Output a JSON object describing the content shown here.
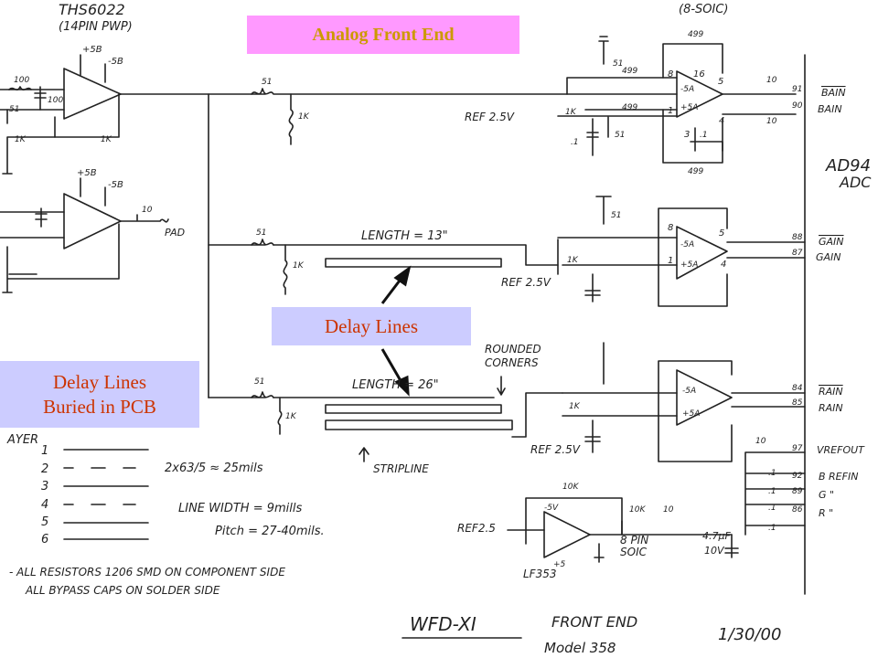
{
  "labels": {
    "analog_front_end": "Analog Front End",
    "delay_lines": "Delay Lines",
    "delay_lines_buried_1": "Delay Lines",
    "delay_lines_buried_2": "Buried in PCB"
  },
  "colors": {
    "afe_box_bg": "#ff99ff",
    "afe_box_text": "#cc9900",
    "delay_box_bg": "#ccccff",
    "delay_box_text": "#cc3300",
    "ink": "#222222"
  },
  "schematic": {
    "ths_title": "THS6022",
    "ths_subtitle": "(14PIN PWP)",
    "top_right_title": "(8-SOIC)",
    "adc_label_1": "AD94",
    "adc_label_2": "ADC",
    "length_13": "LENGTH = 13\"",
    "length_26": "LENGTH = 26\"",
    "rounded_corners_1": "ROUNDED",
    "rounded_corners_2": "CORNERS",
    "stripline": "STRIPLINE",
    "ref_top": "REF 2.5V",
    "ref_mid": "REF 2.5V",
    "ref_low": "REF 2.5V",
    "ref_opamp": "REF2.5",
    "opamp_part": "LF353",
    "pin_note_1": "8 PIN",
    "pin_note_2": "SOIC",
    "cap_note_1": "4.7µF",
    "cap_note_2": "10V",
    "pad": "PAD",
    "layer_heading": "AYER",
    "layers": [
      "1",
      "2",
      "3",
      "4",
      "5",
      "6"
    ],
    "calc": "2x63/5 ≈ 25mils",
    "line_width": "LINE WIDTH = 9mills",
    "pitch": "Pitch = 27-40mils.",
    "note_1": "- ALL RESISTORS 1206 SMD ON COMPONENT SIDE",
    "note_2": "ALL BYPASS CAPS ON SOLDER SIDE",
    "title_block": "WFD-XI",
    "front_end": "FRONT END",
    "date": "1/30/00",
    "model": "Model 358",
    "out_bain_bar": "BAIN",
    "out_bain": "BAIN",
    "out_gain_bar": "GAIN",
    "out_gain": "GAIN",
    "out_rain_bar": "RAIN",
    "out_rain": "RAIN",
    "out_vrefout": "VREFOUT",
    "out_brefin": "B REFIN",
    "out_g": "G \"",
    "out_r": "R \"",
    "pin_91": "91",
    "pin_90": "90",
    "pin_88": "88",
    "pin_87": "87",
    "pin_84": "84",
    "pin_85": "85",
    "pin_97": "97",
    "pin_92": "92",
    "pin_89": "89",
    "pin_86": "86",
    "r_100": "100",
    "r_51": "51",
    "r_1k": "1K",
    "r_10": "10",
    "r_499": "499",
    "r_10k": "10K",
    "supply_p5b": "+5B",
    "supply_m5b": "-5B",
    "supply_m5a": "-5A",
    "supply_p5a": "+5A",
    "supply_m5v": "-5V",
    "supply_p5": "+5",
    "cap_01": ".1",
    "pin_8": "8",
    "pin_16": "16",
    "pin_5": "5",
    "pin_1": "1",
    "pin_3": "3",
    "pin_4": "4"
  }
}
